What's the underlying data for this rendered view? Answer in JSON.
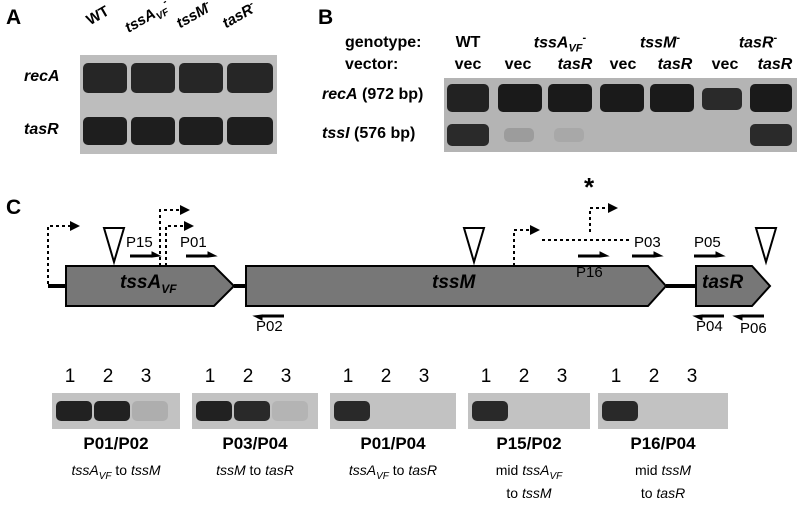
{
  "panels": {
    "a": "A",
    "b": "B",
    "c": "C"
  },
  "panel_a": {
    "lanes": [
      {
        "main": "WT",
        "sub": "",
        "sup": ""
      },
      {
        "main": "tssA",
        "sub": "VF",
        "sup": "-"
      },
      {
        "main": "tssM",
        "sub": "",
        "sup": "-"
      },
      {
        "main": "tasR",
        "sub": "",
        "sup": "-"
      }
    ],
    "rows": [
      "recA",
      "tasR"
    ]
  },
  "panel_b": {
    "genotype_label": "genotype:",
    "vector_label": "vector:",
    "wt": "WT",
    "g1_main": "tssA",
    "g1_sub": "VF",
    "g1_sup": "-",
    "g2_main": "tssM",
    "g2_sup": "-",
    "g3_main": "tasR",
    "g3_sup": "-",
    "vectors": [
      "vec",
      "vec",
      "tasR",
      "vec",
      "tasR",
      "vec",
      "tasR"
    ],
    "row1_gene": "recA",
    "row1_size": " (972 bp)",
    "row2_gene": "tssI",
    "row2_size": " (576 bp)"
  },
  "panel_c": {
    "genes": {
      "tssA_main": "tssA",
      "tssA_sub": "VF",
      "tssM": "tssM",
      "tasR": "tasR"
    },
    "primers": [
      "P15",
      "P01",
      "P03",
      "P16",
      "P05",
      "P02",
      "P04",
      "P06"
    ],
    "asterisk": "*",
    "gels": [
      {
        "pair": "P01/P02",
        "line1_a": "tssA",
        "line1_a_sub": "VF",
        "line1_b": " to ",
        "line1_c": "tssM",
        "line2": "",
        "bands": [
          0.95,
          0.95,
          0.12
        ]
      },
      {
        "pair": "P03/P04",
        "line1_a": "tssM",
        "line1_a_sub": "",
        "line1_b": " to ",
        "line1_c": "tasR",
        "line2": "",
        "bands": [
          0.95,
          0.9,
          0.08
        ]
      },
      {
        "pair": "P01/P04",
        "line1_a": "tssA",
        "line1_a_sub": "VF",
        "line1_b": " to ",
        "line1_c": "tasR",
        "line2": "",
        "bands": [
          0.9,
          0,
          0
        ]
      },
      {
        "pair": "P15/P02",
        "line1_a": "mid ",
        "line1_a_sub": "",
        "line1_b": "tssA",
        "line1_b_sub": "VF",
        "line1_c": "",
        "line2_a": "to ",
        "line2_b": "tssM",
        "bands": [
          0.9,
          0,
          0
        ]
      },
      {
        "pair": "P16/P04",
        "line1_a": "mid ",
        "line1_a_sub": "",
        "line1_b": "tssM",
        "line1_b_sub": "",
        "line1_c": "",
        "line2_a": "to ",
        "line2_b": "tasR",
        "bands": [
          0.9,
          0,
          0
        ]
      }
    ],
    "lane_numbers": [
      "1",
      "2",
      "3"
    ]
  }
}
